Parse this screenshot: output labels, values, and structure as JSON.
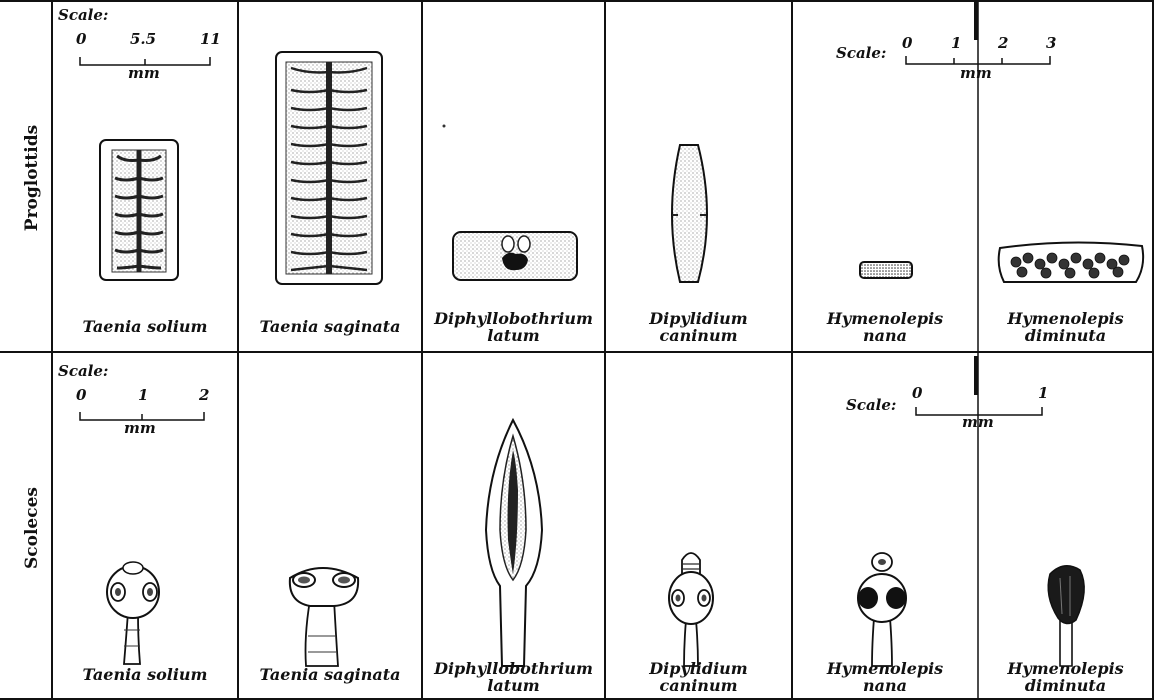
{
  "rows": {
    "proglottids": "Proglottids",
    "scoleces": "Scoleces"
  },
  "proglottid_captions": [
    {
      "line1": "Taenia solium",
      "line2": ""
    },
    {
      "line1": "Taenia saginata",
      "line2": ""
    },
    {
      "line1": "Diphyllobothrium",
      "line2": "latum"
    },
    {
      "line1": "Dipylidium",
      "line2": "caninum"
    },
    {
      "line1": "Hymenolepis",
      "line2": "nana"
    },
    {
      "line1": "Hymenolepis",
      "line2": "diminuta"
    }
  ],
  "scolex_captions": [
    {
      "line1": "Taenia solium",
      "line2": ""
    },
    {
      "line1": "Taenia saginata",
      "line2": ""
    },
    {
      "line1": "Diphyllobothrium",
      "line2": "latum"
    },
    {
      "line1": "Dipylidium",
      "line2": "caninum"
    },
    {
      "line1": "Hymenolepis",
      "line2": "nana"
    },
    {
      "line1": "Hymenolepis",
      "line2": "diminuta"
    }
  ],
  "scale_bars": {
    "prog_left": {
      "label": "Scale:",
      "ticks": [
        "0",
        "5.5",
        "11"
      ],
      "unit": "mm"
    },
    "prog_right": {
      "label": "Scale:",
      "ticks": [
        "0",
        "1",
        "2",
        "3"
      ],
      "unit": "mm"
    },
    "scol_left": {
      "label": "Scale:",
      "ticks": [
        "0",
        "1",
        "2"
      ],
      "unit": "mm"
    },
    "scol_right": {
      "label": "Scale:",
      "ticks": [
        "0",
        "1"
      ],
      "unit": "mm"
    }
  }
}
